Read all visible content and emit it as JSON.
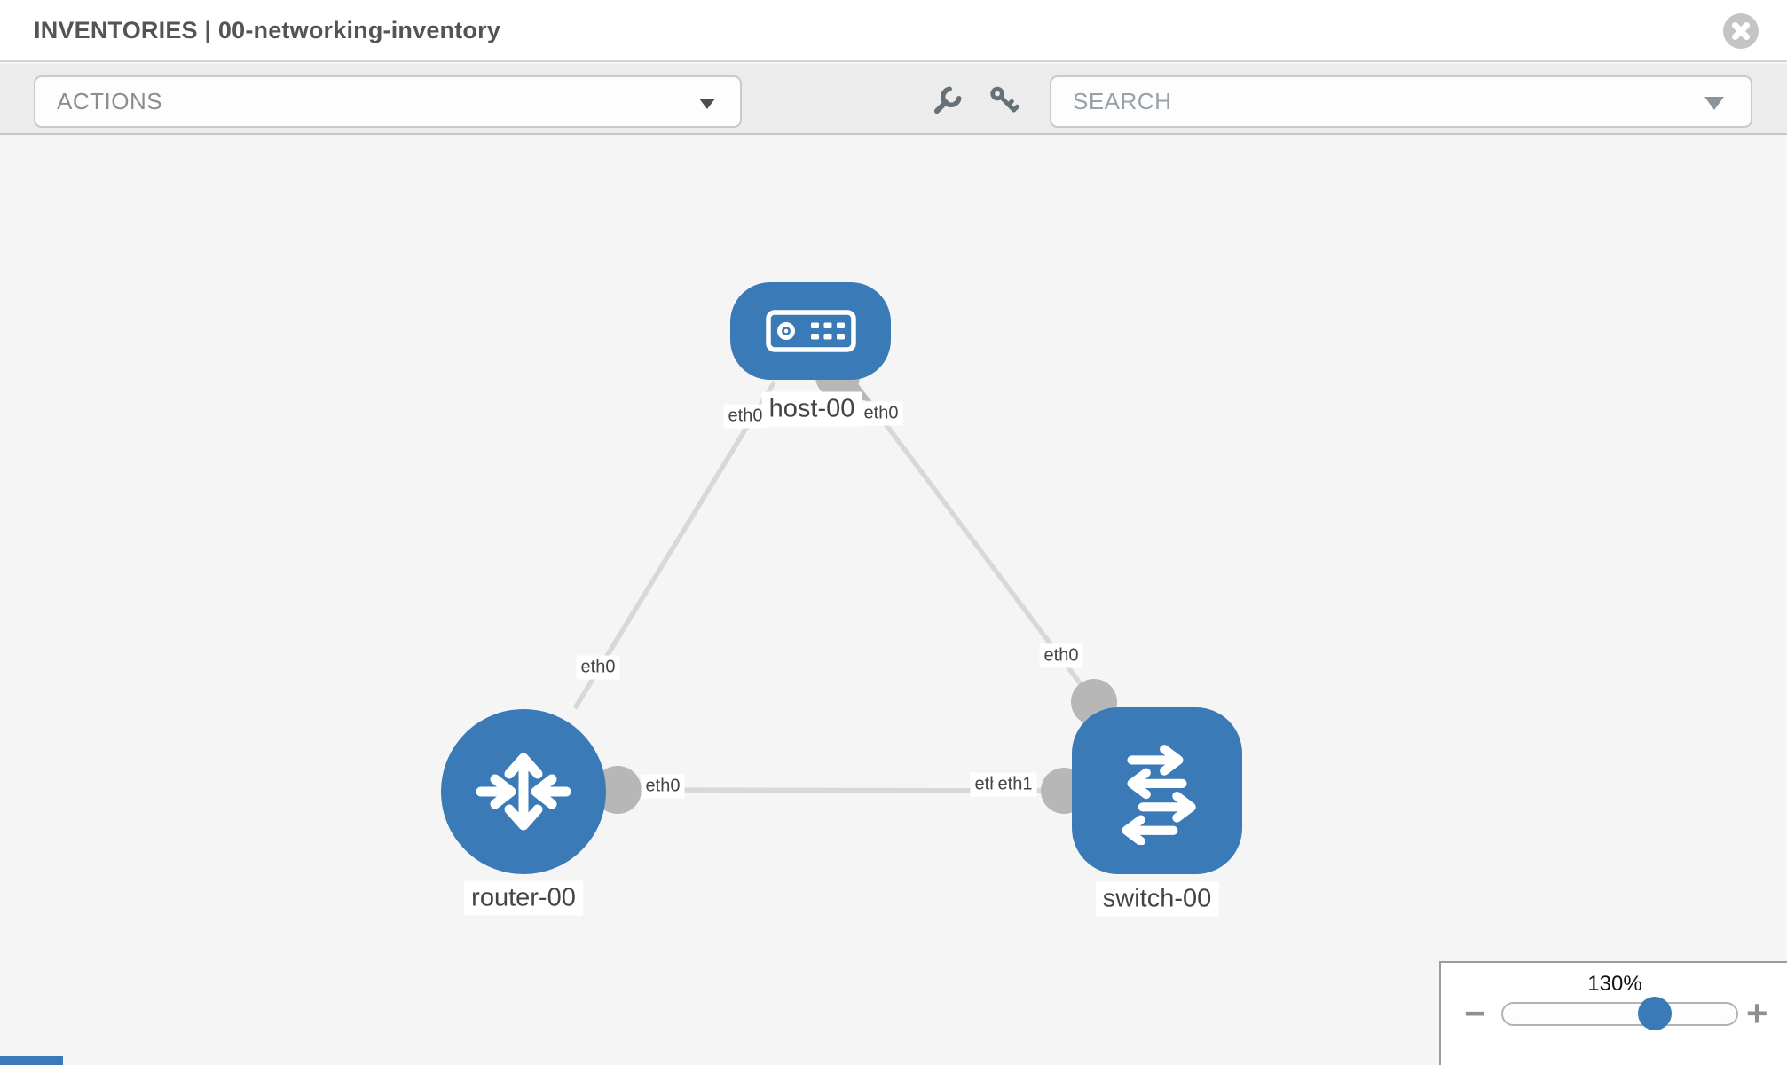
{
  "header": {
    "title": "INVENTORIES | 00-networking-inventory"
  },
  "toolbar": {
    "actions_label": "ACTIONS",
    "search_label": "SEARCH"
  },
  "topology": {
    "nodes": [
      {
        "id": "host-00",
        "type": "host",
        "label": "host-00"
      },
      {
        "id": "router-00",
        "type": "router",
        "label": "router-00"
      },
      {
        "id": "switch-00",
        "type": "switch",
        "label": "switch-00"
      }
    ],
    "links": [
      {
        "from": "host-00",
        "to": "router-00",
        "from_interface": "eth0",
        "to_interface": "eth0"
      },
      {
        "from": "host-00",
        "to": "switch-00",
        "from_interface": "eth0",
        "to_interface": "eth0"
      },
      {
        "from": "router-00",
        "to": "switch-00",
        "from_interface": "eth0",
        "to_interface": "eth1"
      }
    ],
    "overlapped_interface_label": "eth0"
  },
  "zoom_control": {
    "value": "130%",
    "minus_glyph": "−",
    "plus_glyph": "+"
  },
  "colors": {
    "node_blue": "#3a7ab7",
    "edge_gray": "#d8d8d8",
    "port_gray": "#b7b7b7",
    "canvas_bg": "#f5f5f5"
  }
}
